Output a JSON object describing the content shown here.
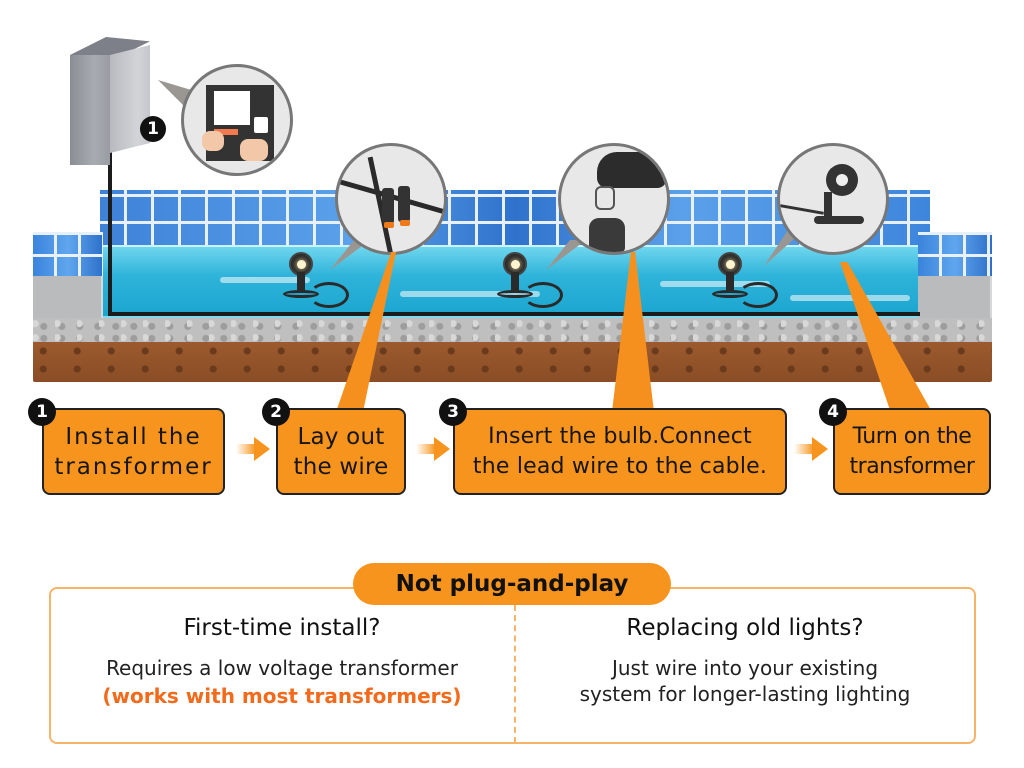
{
  "diagram": {
    "subject": "Pool light installation steps",
    "scene": {
      "transformer_callout_badge": "1",
      "callouts": [
        {
          "id": "transformer-panel",
          "depicts": "hands operating transformer control panel"
        },
        {
          "id": "wire-connectors",
          "depicts": "waterproof wire connectors joining cables"
        },
        {
          "id": "bulb-insert",
          "depicts": "gloved hand inserting bulb into lamp housing"
        },
        {
          "id": "light-fixture",
          "depicts": "assembled underwater spotlight on stand"
        }
      ],
      "lamps_count": 3
    },
    "steps": [
      {
        "number": "1",
        "line1": "Install the",
        "line2": "transformer"
      },
      {
        "number": "2",
        "line1": "Lay out",
        "line2": "the wire"
      },
      {
        "number": "3",
        "line1": "Insert the bulb.Connect",
        "line2": "the lead wire to the cable."
      },
      {
        "number": "4",
        "line1": "Turn on the",
        "line2": "transformer"
      }
    ],
    "colors": {
      "accent_orange": "#f7941d",
      "highlight_orange": "#f26a1b",
      "panel_border": "#f5b46a",
      "pool_blue": "#3d82d8",
      "water": "#2fb4da"
    }
  },
  "info_panel": {
    "badge": "Not plug-and-play",
    "left": {
      "title": "First-time install?",
      "line1": "Requires a low voltage transformer",
      "highlight": "(works with most transformers)"
    },
    "right": {
      "title": "Replacing old lights?",
      "line1": "Just wire into your existing",
      "line2": "system for longer-lasting lighting"
    }
  }
}
